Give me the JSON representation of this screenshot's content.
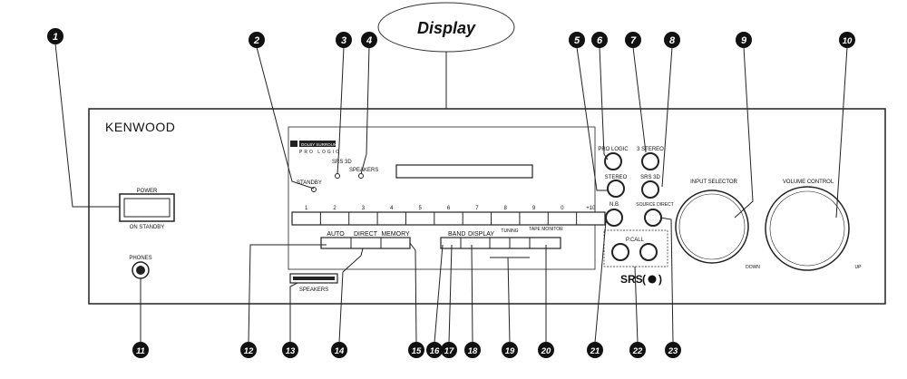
{
  "display_callout": "Display",
  "brand": "KENWOOD",
  "power": {
    "label": "POWER",
    "sublabel": "ON  STANDBY"
  },
  "phones_label": "PHONES",
  "standby_label": "STANDBY",
  "srs3d_label": "SRS 3D",
  "speakers_indicator_label": "SPEAKERS",
  "dolby_logo": {
    "text": "DOLBY SURROUND",
    "subtext": "PRO LOGIC"
  },
  "buttons": {
    "pro_logic": "PRO LOGIC",
    "three_stereo": "3 STEREO",
    "stereo": "STEREO",
    "srs_3d": "SRS 3D",
    "source_direct": "SOURCE DIRECT",
    "nb": "N.B"
  },
  "preset_keys": [
    "1",
    "2",
    "3",
    "4",
    "5",
    "6",
    "7",
    "8",
    "9",
    "0",
    "+10"
  ],
  "memory_keys": {
    "auto": "AUTO",
    "direct": "DIRECT",
    "memory": "MEMORY"
  },
  "tuning_keys": {
    "band": "BAND",
    "display": "DISPLAY",
    "tuning": "TUNING",
    "tape_monitor": "TAPE MONITOR"
  },
  "p_call_label": "P.CALL",
  "speakers_button_label": "SPEAKERS",
  "input_selector_label": "INPUT SELECTOR",
  "volume_control_label": "VOLUME CONTROL",
  "volume_down": "DOWN",
  "volume_up": "UP",
  "srs_logo": "SRS",
  "callout_numbers": [
    "1",
    "2",
    "3",
    "4",
    "5",
    "6",
    "7",
    "8",
    "9",
    "10",
    "11",
    "12",
    "13",
    "14",
    "15",
    "16",
    "17",
    "18",
    "19",
    "20",
    "21",
    "22",
    "23"
  ]
}
